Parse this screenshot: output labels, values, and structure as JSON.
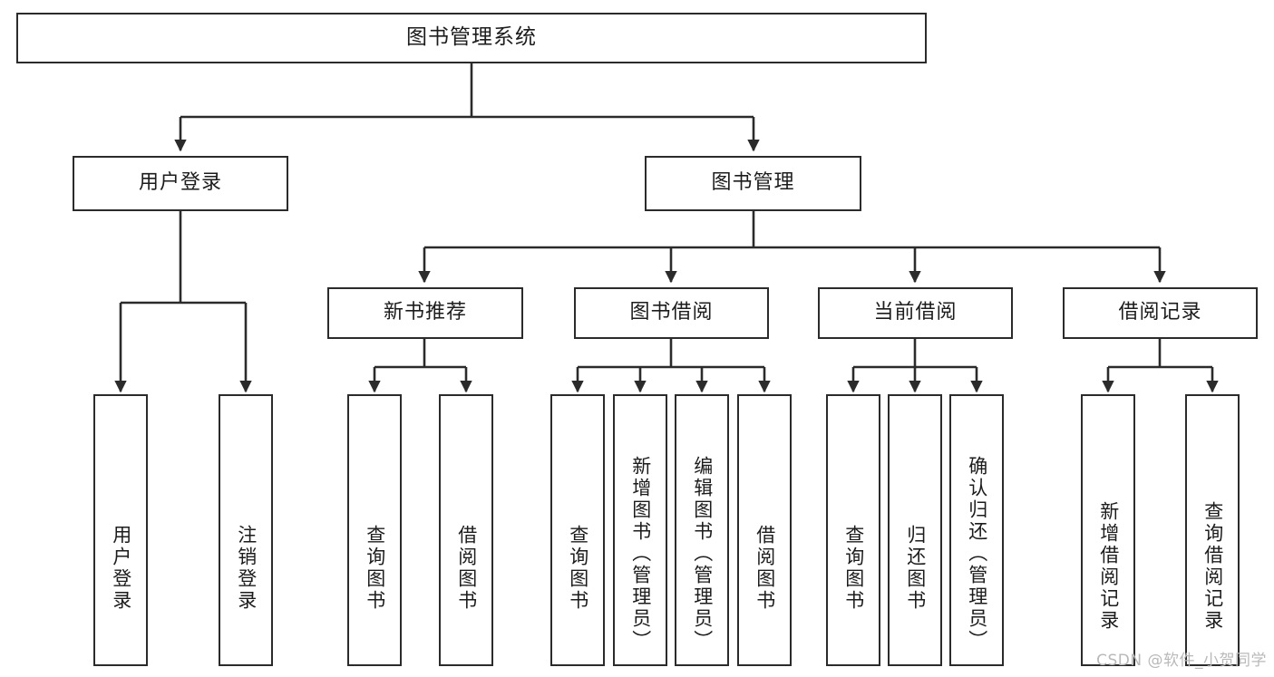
{
  "diagram": {
    "title": "图书管理系统",
    "type": "tree",
    "watermark": "CSDN @软件_小贺同学",
    "colors": {
      "background": "#ffffff",
      "border": "#2b2b2b",
      "text": "#1c1c1c",
      "edge": "#2b2b2b",
      "watermark": "#b9b9b9"
    },
    "nodes": {
      "root": {
        "label": "图书管理系统"
      },
      "level2": [
        {
          "id": "user-login",
          "label": "用户登录"
        },
        {
          "id": "book-management",
          "label": "图书管理"
        }
      ],
      "level3": [
        {
          "id": "new-book-recommend",
          "label": "新书推荐"
        },
        {
          "id": "book-borrow",
          "label": "图书借阅"
        },
        {
          "id": "current-borrow",
          "label": "当前借阅"
        },
        {
          "id": "borrow-record",
          "label": "借阅记录"
        }
      ],
      "leaves": {
        "user_login": [
          {
            "id": "leaf-user-login",
            "label": "用户登录"
          },
          {
            "id": "leaf-logout",
            "label": "注销登录"
          }
        ],
        "new_book_recommend": [
          {
            "id": "leaf-query-book-1",
            "label": "查询图书"
          },
          {
            "id": "leaf-borrow-book-1",
            "label": "借阅图书"
          }
        ],
        "book_borrow": [
          {
            "id": "leaf-query-book-2",
            "label": "查询图书"
          },
          {
            "id": "leaf-add-book",
            "label": "新增图书（管理员）"
          },
          {
            "id": "leaf-edit-book",
            "label": "编辑图书（管理员）"
          },
          {
            "id": "leaf-borrow-book-2",
            "label": "借阅图书"
          }
        ],
        "current_borrow": [
          {
            "id": "leaf-query-book-3",
            "label": "查询图书"
          },
          {
            "id": "leaf-return-book",
            "label": "归还图书"
          },
          {
            "id": "leaf-confirm-return",
            "label": "确认归还（管理员）"
          }
        ],
        "borrow_record": [
          {
            "id": "leaf-add-record",
            "label": "新增借阅记录"
          },
          {
            "id": "leaf-query-record",
            "label": "查询借阅记录"
          }
        ]
      }
    }
  }
}
